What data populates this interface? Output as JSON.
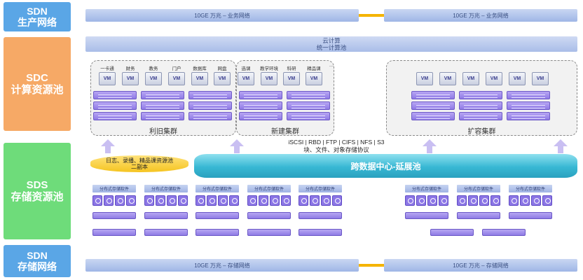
{
  "layers": [
    {
      "id": "sdn-prod",
      "line1": "SDN",
      "line2": "生产网络",
      "color": "#5aa6e6"
    },
    {
      "id": "sdc",
      "line1": "SDC",
      "line2": "计算资源池",
      "color": "#f6a966"
    },
    {
      "id": "sds",
      "line1": "SDS",
      "line2": "存储资源池",
      "color": "#6edc7a"
    },
    {
      "id": "sdn-storage",
      "line1": "SDN",
      "line2": "存储网络",
      "color": "#5aa6e6"
    }
  ],
  "business_network": {
    "left": "10GE 万兆 – 业务网络",
    "right": "10GE 万兆 – 业务网络"
  },
  "cloud_compute": {
    "line1": "云计算",
    "line2": "统一计算池"
  },
  "clusters": [
    {
      "name": "利旧集群",
      "apps": [
        "一卡通",
        "财务",
        "教务",
        "门户",
        "数据库",
        "网盘"
      ],
      "vms": [
        "VM",
        "VM",
        "VM",
        "VM",
        "VM",
        "VM"
      ]
    },
    {
      "name": "新建集群",
      "apps": [
        "选课",
        "教学环境",
        "科研",
        "精品课",
        "…"
      ],
      "vms": [
        "VM",
        "VM",
        "VM",
        "VM"
      ]
    },
    {
      "name": "扩容集群",
      "apps": [],
      "vms": [
        "VM",
        "VM",
        "VM",
        "VM",
        "VM",
        "VM"
      ]
    }
  ],
  "protocols": {
    "line1": "iSCSI | RBD | FTP | CIFS | NFS | S3",
    "line2": "块、文件、对象存储协议"
  },
  "log_pool": {
    "line1": "日志、录播、精品课资源池",
    "line2": "二副本"
  },
  "extension_pool": "跨数据中心-延展池",
  "storage_software_label": "分布式存储软件",
  "storage_network": {
    "left": "10GE 万兆 – 存储网络",
    "right": "10GE 万兆 – 存储网络"
  }
}
